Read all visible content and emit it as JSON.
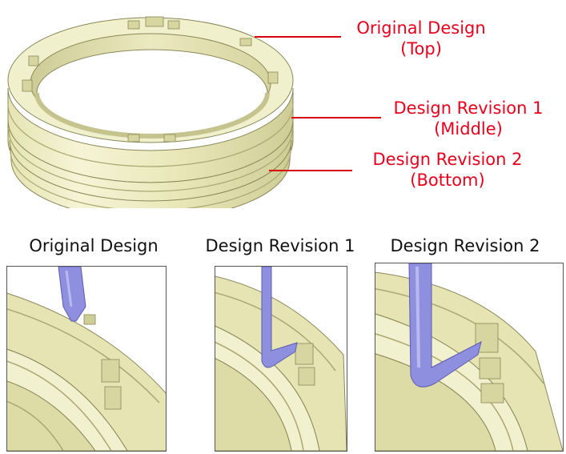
{
  "colors": {
    "ring_light": "#f4f3cf",
    "ring_mid": "#e3e1ac",
    "ring_dark": "#b9b780",
    "ring_edge": "#7a7850",
    "label_red": "#e8001c",
    "tool": "#8f8fe0"
  },
  "callouts": [
    {
      "line1": "Original Design",
      "line2": "(Top)"
    },
    {
      "line1": "Design Revision 1",
      "line2": "(Middle)"
    },
    {
      "line1": "Design Revision 2",
      "line2": "(Bottom)"
    }
  ],
  "panels": [
    {
      "title": "Original Design"
    },
    {
      "title": "Design Revision 1"
    },
    {
      "title": "Design Revision 2"
    }
  ]
}
